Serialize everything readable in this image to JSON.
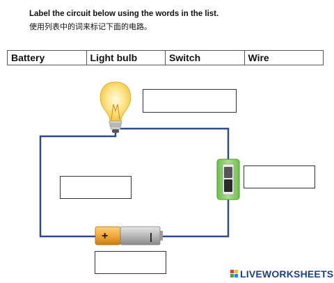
{
  "instructions": {
    "english": "Label the circuit below using the words in the list.",
    "chinese": "使用列表中的词来标记下面的电路。"
  },
  "word_list": [
    "Battery",
    "Light bulb",
    "Switch",
    "Wire"
  ],
  "answer_boxes": [
    {
      "id": "bulb",
      "value": ""
    },
    {
      "id": "wire",
      "value": ""
    },
    {
      "id": "switch",
      "value": ""
    },
    {
      "id": "battery",
      "value": ""
    }
  ],
  "battery_labels": {
    "positive": "+",
    "negative": "|"
  },
  "brand": {
    "name": "LIVEWORKSHEETS"
  },
  "colors": {
    "wire": "#2e4a8f",
    "battery_positive": "#f2a83a",
    "switch_body": "#8fd16b",
    "brand": "#1d3f8a"
  }
}
